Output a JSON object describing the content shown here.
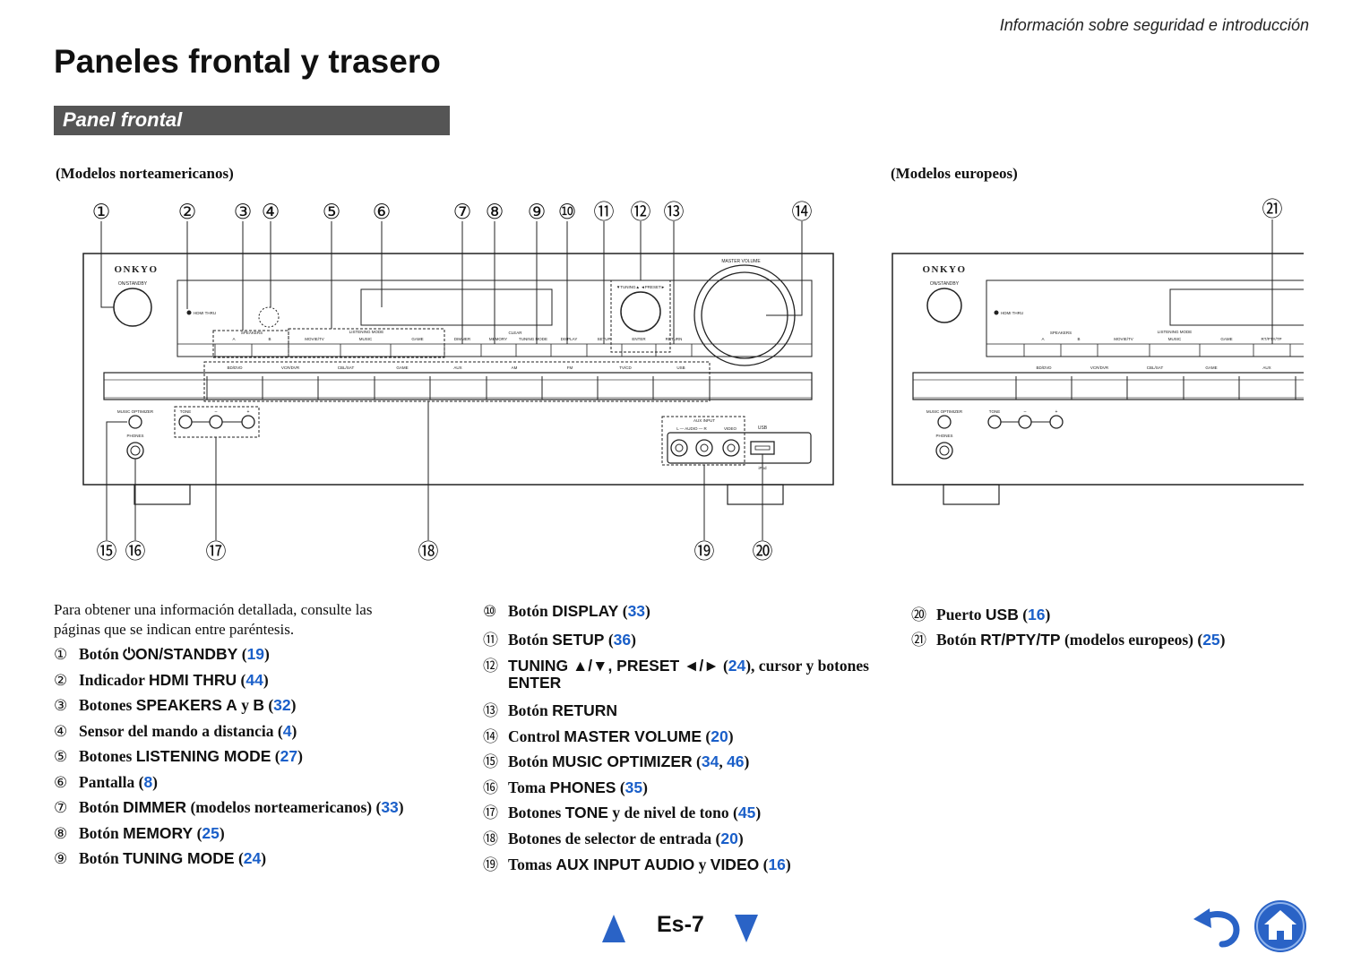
{
  "header": {
    "section": "Información sobre seguridad e introducción"
  },
  "page": {
    "title": "Paneles frontal y trasero",
    "section_bar": "Panel frontal"
  },
  "models": {
    "na": "(Modelos norteamericanos)",
    "eu": "(Modelos europeos)"
  },
  "panel": {
    "brand": "ONKYO",
    "on_standby": "ON/STANDBY",
    "hdmi_thru": "HDMI THRU",
    "speakers": "SPEAKERS",
    "speaker_a": "A",
    "speaker_b": "B",
    "listening_mode": "LISTENING MODE",
    "lm_movie": "MOVIE/TV",
    "lm_music": "MUSIC",
    "lm_game": "GAME",
    "dimmer": "DIMMER",
    "memory": "MEMORY",
    "clear": "CLEAR",
    "tuning_mode": "TUNING MODE",
    "display": "DISPLAY",
    "setup": "SETUP",
    "tuning_preset": "▼TUNING▲  ◄PRESET►",
    "enter": "ENTER",
    "return": "RETURN",
    "master_volume": "MASTER VOLUME",
    "inputs": [
      "BD/DVD",
      "VCR/DVR",
      "CBL/SAT",
      "GAME",
      "AUX",
      "AM",
      "FM",
      "TV/CD",
      "USB"
    ],
    "music_optimizer": "MUSIC OPTIMIZER",
    "tone": "TONE",
    "minus": "–",
    "plus": "+",
    "phones": "PHONES",
    "aux_input": "AUX INPUT",
    "audio_lr": "L — AUDIO — R",
    "video": "VIDEO",
    "usb": "USB",
    "ipod": "iPod",
    "rt_pty_tp": "RT/PTY/TP"
  },
  "callouts": {
    "top": [
      "①",
      "②",
      "③",
      "④",
      "⑤",
      "⑥",
      "⑦",
      "⑧",
      "⑨",
      "⑩",
      "⑪",
      "⑫",
      "⑬",
      "⑭"
    ],
    "bottom": [
      "⑮",
      "⑯",
      "⑰",
      "⑱",
      "⑲",
      "⑳"
    ],
    "eu": "㉑"
  },
  "intro": "Para obtener una información detallada, consulte las páginas que se indican entre paréntesis.",
  "items": [
    {
      "num": "①",
      "pre": "Botón ",
      "key": "⏻ON/STANDBY",
      "post": " (",
      "page": "19",
      "end": ")"
    },
    {
      "num": "②",
      "pre": "Indicador ",
      "key": "HDMI THRU",
      "post": " (",
      "page": "44",
      "end": ")"
    },
    {
      "num": "③",
      "pre": "Botones ",
      "key": "SPEAKERS A",
      "mid": " y ",
      "key2": "B",
      "post": " (",
      "page": "32",
      "end": ")"
    },
    {
      "num": "④",
      "pre": "Sensor del mando a distancia",
      "post": " (",
      "page": "4",
      "end": ")"
    },
    {
      "num": "⑤",
      "pre": "Botones ",
      "key": "LISTENING MODE",
      "post": " (",
      "page": "27",
      "end": ")"
    },
    {
      "num": "⑥",
      "pre": "Pantalla",
      "post": " (",
      "page": "8",
      "end": ")"
    },
    {
      "num": "⑦",
      "pre": "Botón ",
      "key": "DIMMER",
      "mid": " (modelos norteamericanos)",
      "post": " (",
      "page": "33",
      "end": ")"
    },
    {
      "num": "⑧",
      "pre": "Botón ",
      "key": "MEMORY",
      "post": " (",
      "page": "25",
      "end": ")"
    },
    {
      "num": "⑨",
      "pre": "Botón ",
      "key": "TUNING MODE",
      "post": " (",
      "page": "24",
      "end": ")"
    },
    {
      "num": "⑩",
      "pre": "Botón ",
      "key": "DISPLAY",
      "post": " (",
      "page": "33",
      "end": ")"
    },
    {
      "num": "⑪",
      "pre": "Botón ",
      "key": "SETUP",
      "post": " (",
      "page": "36",
      "end": ")"
    },
    {
      "num": "⑫",
      "key": "TUNING ▲/▼, PRESET ◄/►",
      "post": " (",
      "page": "24",
      "end": "), cursor y botones"
    },
    {
      "num": "⑬",
      "pre": "Botón ",
      "key": "RETURN"
    },
    {
      "num": "⑭",
      "pre": "Control ",
      "key": "MASTER VOLUME",
      "post": " (",
      "page": "20",
      "end": ")"
    },
    {
      "num": "⑮",
      "pre": "Botón ",
      "key": "MUSIC OPTIMIZER",
      "post": " (",
      "page": "34",
      "sep": ", ",
      "page2": "46",
      "end": ")"
    },
    {
      "num": "⑯",
      "pre": "Toma ",
      "key": "PHONES",
      "post": " (",
      "page": "35",
      "end": ")"
    },
    {
      "num": "⑰",
      "pre": "Botones ",
      "key": "TONE",
      "mid": " y de nivel de tono",
      "post": " (",
      "page": "45",
      "end": ")"
    },
    {
      "num": "⑱",
      "pre": "Botones de selector de entrada",
      "post": " (",
      "page": "20",
      "end": ")"
    },
    {
      "num": "⑲",
      "pre": "Tomas ",
      "key": "AUX INPUT AUDIO",
      "mid": " y ",
      "key2": "VIDEO",
      "post": " (",
      "page": "16",
      "end": ")"
    },
    {
      "num": "⑳",
      "pre": "Puerto ",
      "key": "USB",
      "post": " (",
      "page": "16",
      "end": ")"
    },
    {
      "num": "㉑",
      "pre": "Botón ",
      "key": "RT/PTY/TP",
      "mid": " (modelos europeos)",
      "post": " (",
      "page": "25",
      "end": ")"
    }
  ],
  "item12_cont": "ENTER",
  "footer": {
    "page": "Es-7"
  },
  "colors": {
    "link": "#1a5fc9",
    "nav_blue": "#2a63c6",
    "bar": "#555555"
  }
}
